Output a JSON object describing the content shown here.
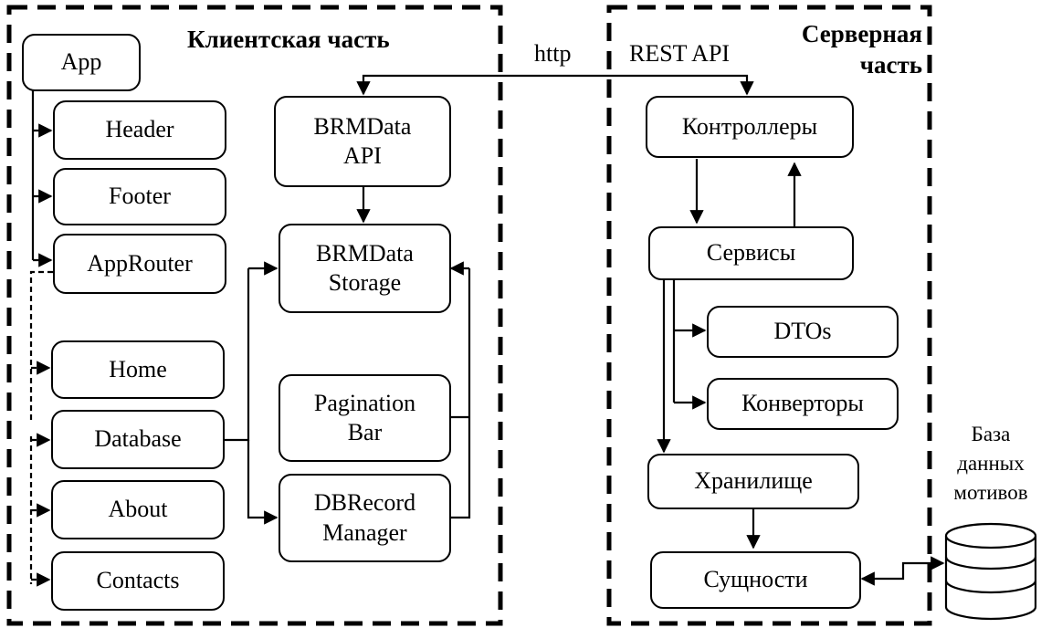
{
  "client": {
    "title": "Клиентская часть",
    "app": "App",
    "header": "Header",
    "footer": "Footer",
    "approuter": "AppRouter",
    "home": "Home",
    "database": "Database",
    "about": "About",
    "contacts": "Contacts",
    "brmdata_api": "BRMData\nAPI",
    "brmdata_storage": "BRMData\nStorage",
    "pagination_bar": "Pagination\nBar",
    "dbrecord_manager": "DBRecord\nManager"
  },
  "link": {
    "http": "http",
    "rest_api": "REST API"
  },
  "server": {
    "title": "Серверная\nчасть",
    "controllers": "Контроллеры",
    "services": "Сервисы",
    "dtos": "DTOs",
    "converters": "Конверторы",
    "storage": "Хранилище",
    "entities": "Сущности"
  },
  "database": {
    "label": "База\nданных\nмотивов"
  }
}
